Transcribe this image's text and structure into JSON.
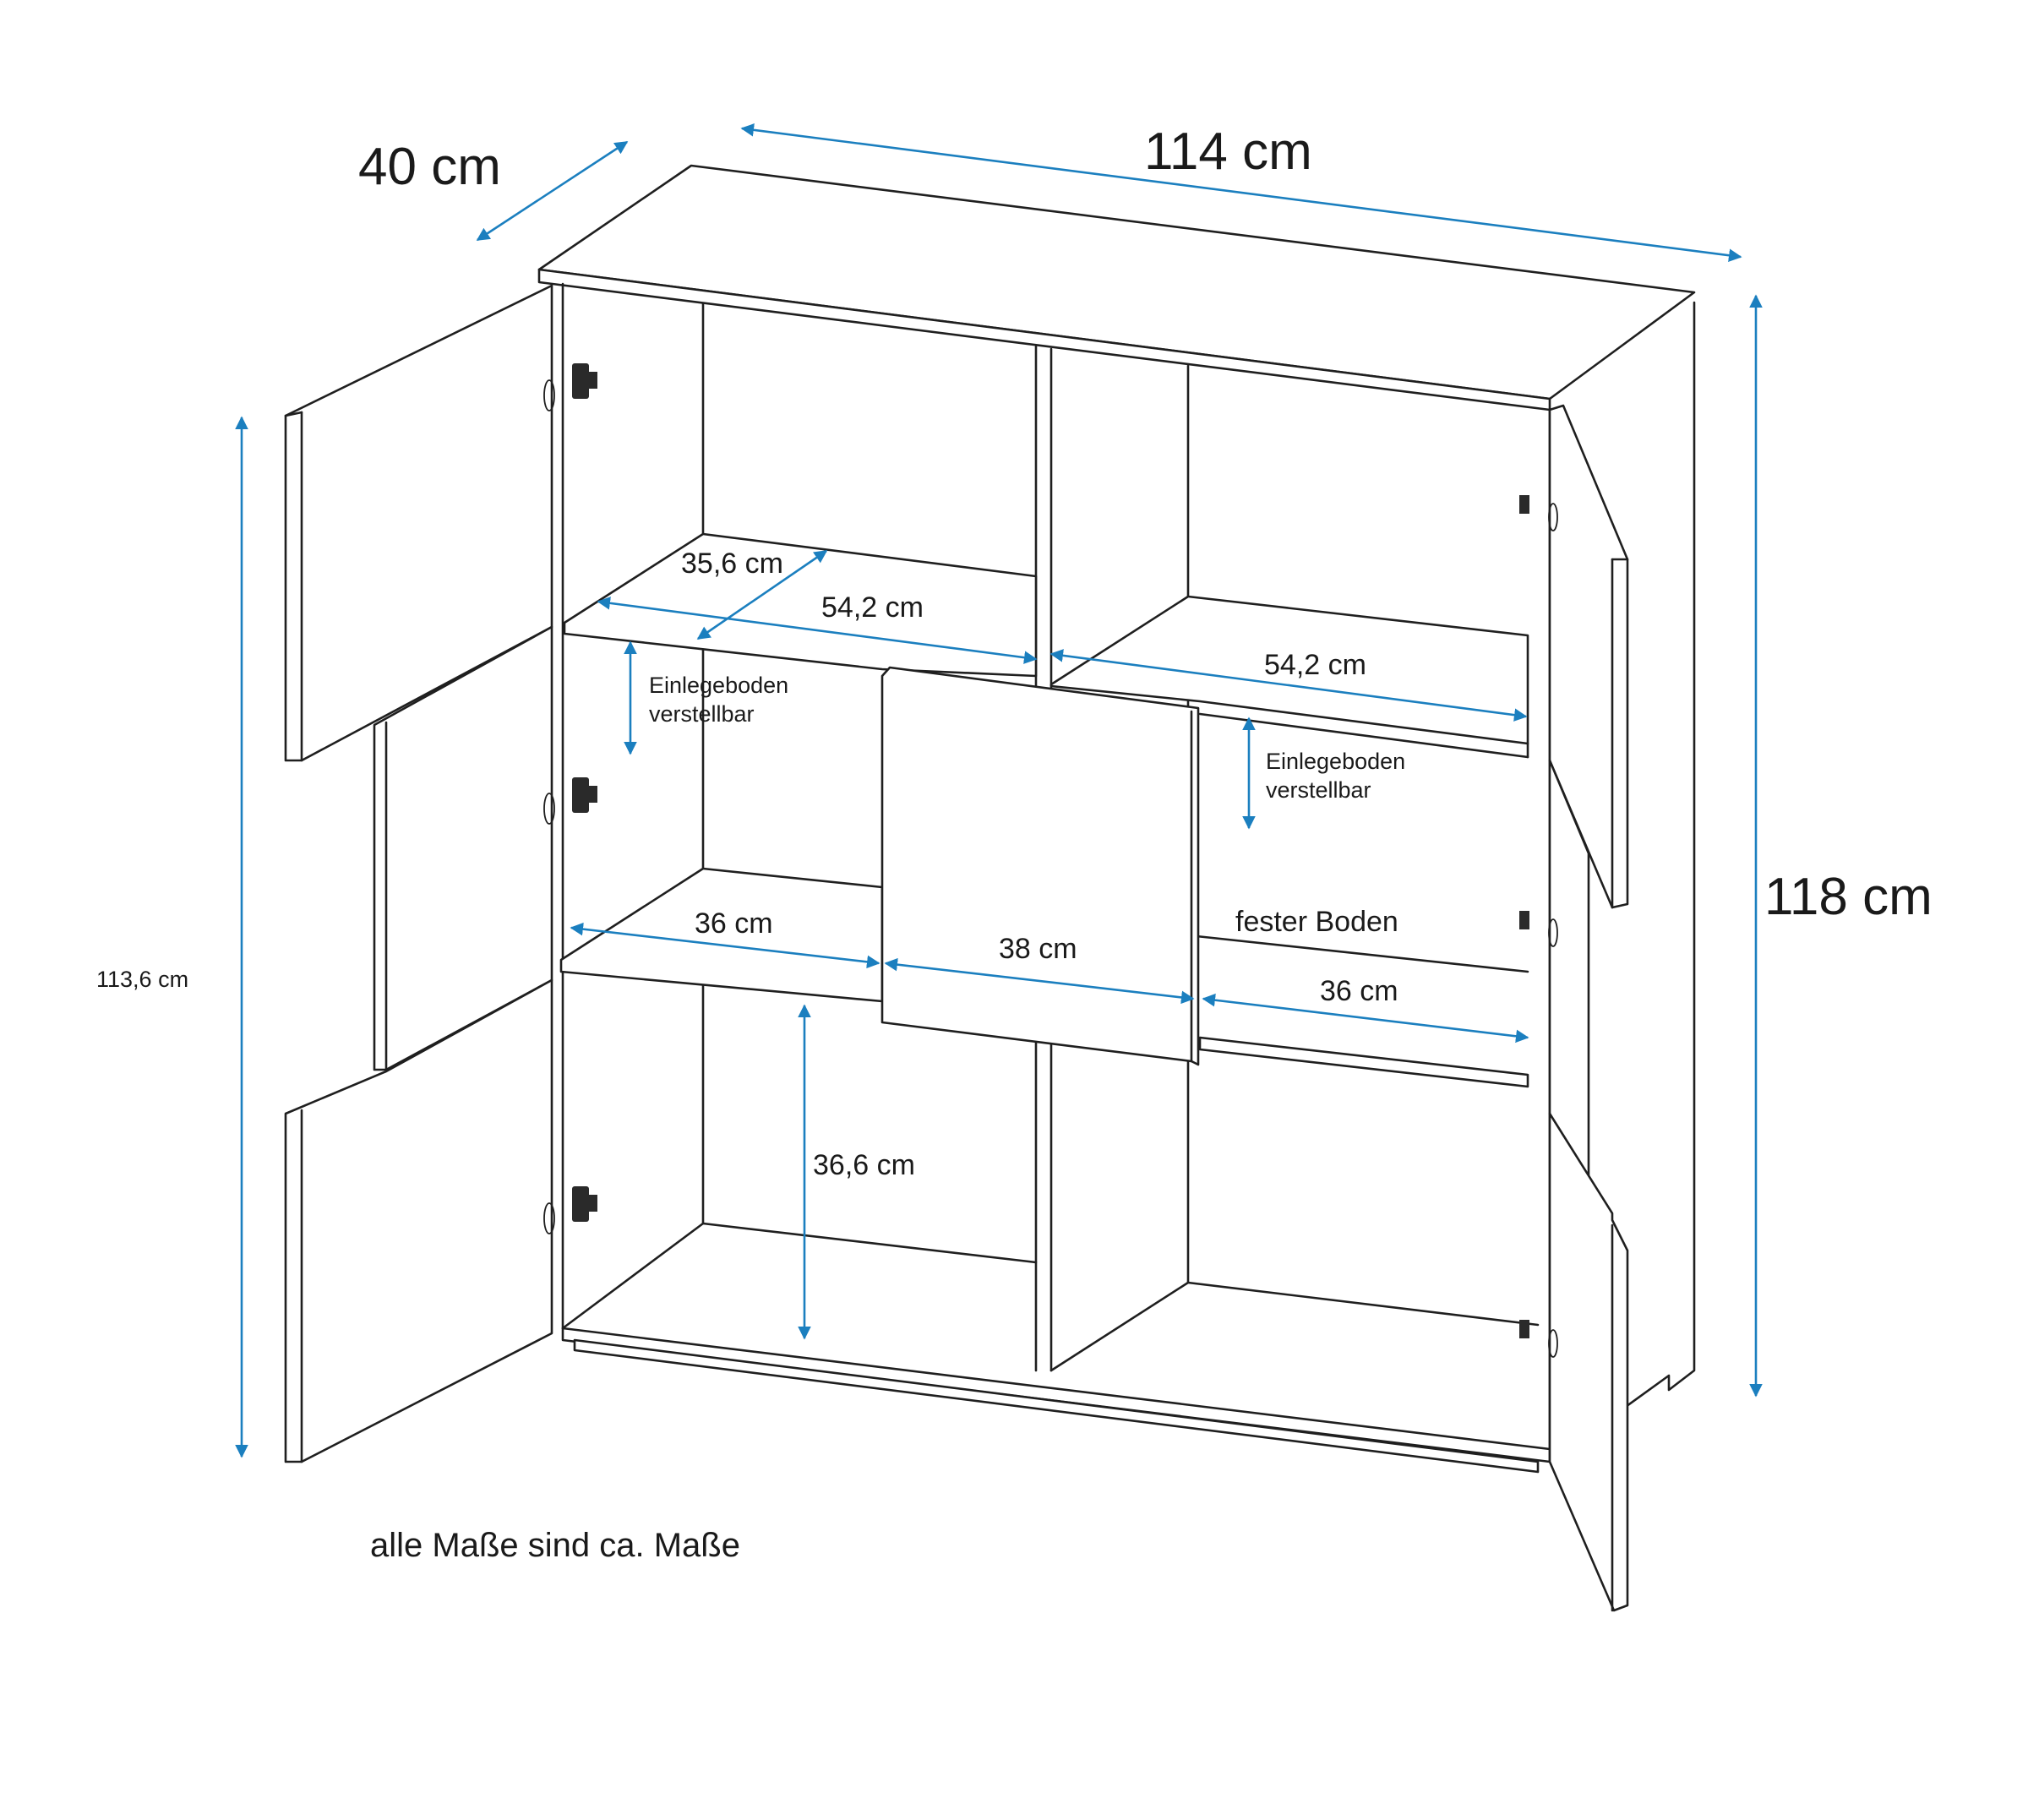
{
  "dimensions": {
    "depth": "40 cm",
    "width": "114 cm",
    "height": "118 cm",
    "door_height": "113,6 cm",
    "shelf_depth": "35,6 cm",
    "shelf_width_left": "54,2 cm",
    "shelf_width_right": "54,2 cm",
    "left_compartment_width": "36 cm",
    "center_door_width": "38 cm",
    "right_compartment_width": "36 cm",
    "compartment_height": "36,6 cm"
  },
  "labels": {
    "adjustable_shelf_left_line1": "Einlegeboden",
    "adjustable_shelf_left_line2": "verstellbar",
    "adjustable_shelf_right_line1": "Einlegeboden",
    "adjustable_shelf_right_line2": "verstellbar",
    "fixed_shelf": "fester Boden"
  },
  "footnote": "alle Maße sind ca. Maße",
  "colors": {
    "dimension_arrows": "#1b7fbf",
    "lines": "#1f1f1f",
    "background": "#ffffff"
  }
}
